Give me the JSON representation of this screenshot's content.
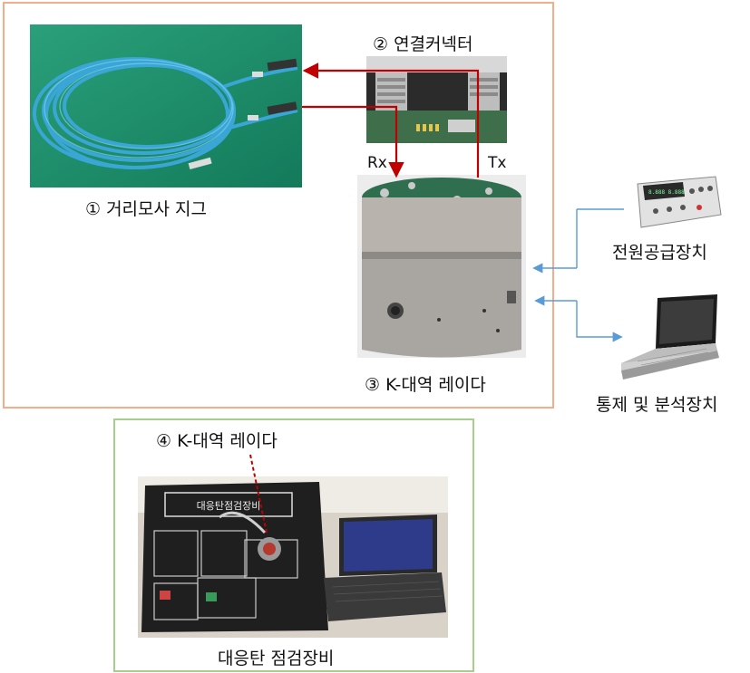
{
  "labels": {
    "jig": "① 거리모사 지그",
    "connector": "② 연결커넥터",
    "radar_top": "③ K-대역 레이다",
    "radar_bottom": "④ K-대역 레이다",
    "power_supply": "전원공급장치",
    "control": "통제 및 분석장치",
    "equipment": "대응탄 점검장비",
    "rx": "Rx",
    "tx": "Tx",
    "device_panel_text": "대응탄점검장비"
  },
  "colors": {
    "arrow_red": "#c00000",
    "arrow_blue": "#5b9bd5",
    "orange_border": "#f2ae8c",
    "green_border": "#a6cf8e",
    "cable_blue": "#3aa6d6"
  }
}
